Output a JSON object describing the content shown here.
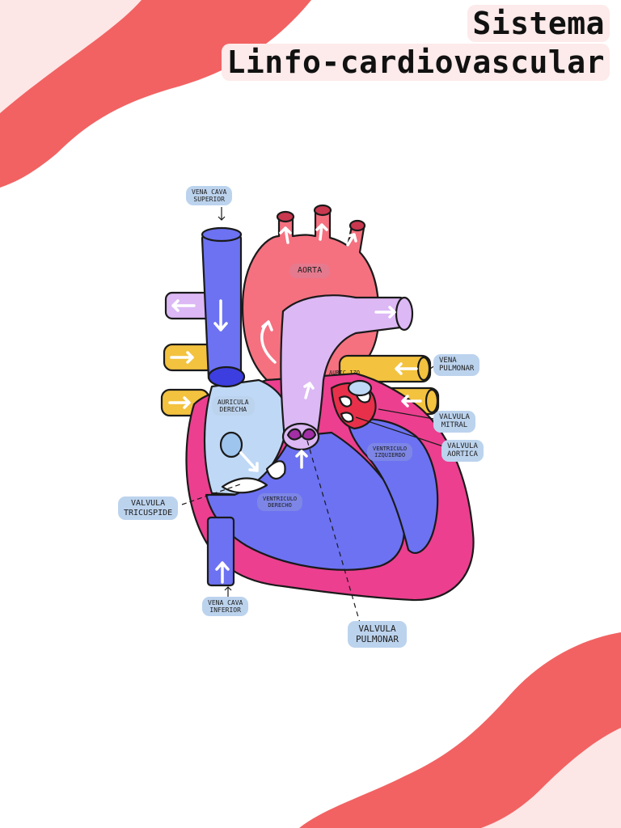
{
  "title": {
    "line1": "Sistema",
    "line2": "Linfo-cardiovascular"
  },
  "labels": {
    "vena_cava_superior": "VENA CAVA\nSUPERIOR",
    "aorta": "AORTA",
    "vena_pulmonar": "VENA\nPULMONAR",
    "aurícula_label_left": "AURICULA\nDERECHA",
    "valvula_mitral": "VALVULA\nMITRAL",
    "valvula_aortica": "VALVULA\nAORTICA",
    "ventriculo_izquierdo": "VENTRICULO\nIZQUIERDO",
    "ventriculo_derecho": "VENTRICULO\nDERECHO",
    "valvula_tricuspide": "VALVULA\nTRICUSPIDE",
    "vena_cava_inferior": "VENA CAVA\nINFERIOR",
    "valvula_pulmonar": "VALVULA\nPULMONAR",
    "auricula_izquierda": "AURIC IZQ"
  },
  "colors": {
    "accent_red": "#f26262",
    "pale_pink": "#fde6e6",
    "vein_blue": "#6c72f2",
    "aorta_red": "#f57180",
    "pulmonary_lilac": "#dcb8f4",
    "vein_yellow": "#f3c23f",
    "myocardium_pink": "#ec3f8f",
    "atrium_light_blue": "#bfd8f6",
    "label_blue": "#bcd3ee"
  }
}
